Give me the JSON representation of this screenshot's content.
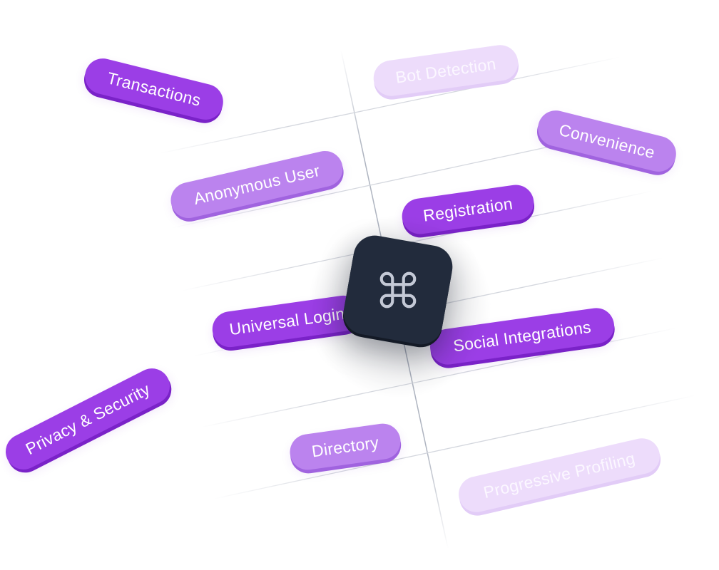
{
  "tags": [
    {
      "id": "transactions",
      "label": "Transactions"
    },
    {
      "id": "bot-detection",
      "label": "Bot Detection"
    },
    {
      "id": "convenience",
      "label": "Convenience"
    },
    {
      "id": "anonymous-user",
      "label": "Anonymous User"
    },
    {
      "id": "registration",
      "label": "Registration"
    },
    {
      "id": "universal-login",
      "label": "Universal Login"
    },
    {
      "id": "social-integrations",
      "label": "Social Integrations"
    },
    {
      "id": "privacy-security",
      "label": "Privacy & Security"
    },
    {
      "id": "directory",
      "label": "Directory"
    },
    {
      "id": "progressive-profiling",
      "label": "Progressive Profiling"
    }
  ],
  "center_icon": "command-key-icon",
  "colors": {
    "pill_dark": "#9b3ee6",
    "pill_mid": "#bb83ee",
    "pill_light": "#e8d3fa",
    "key_tile": "#222b3c",
    "key_glyph": "#c4c9d6"
  }
}
